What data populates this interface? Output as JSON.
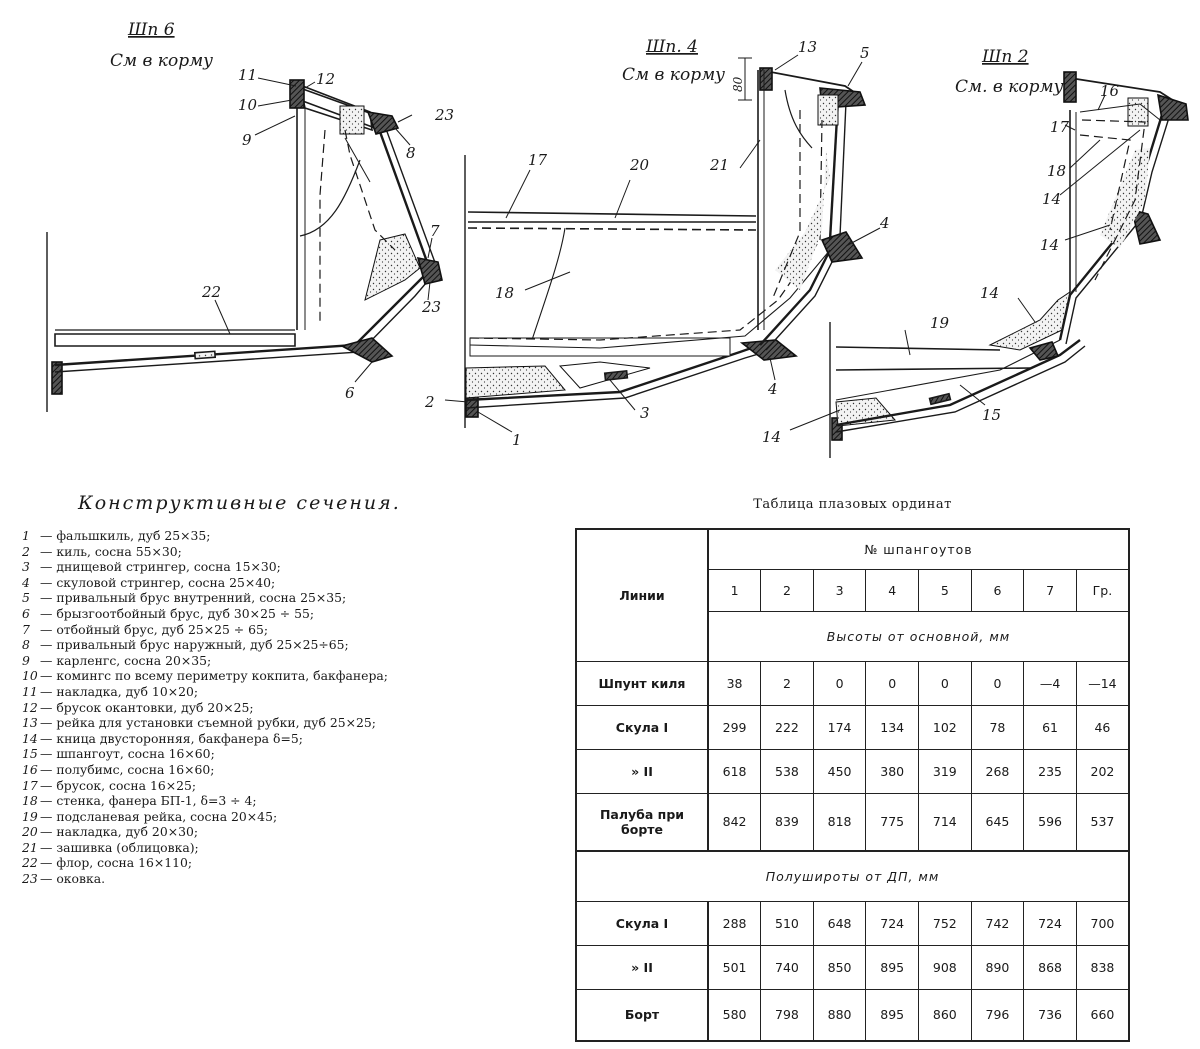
{
  "drawing": {
    "sections": [
      {
        "title": "Шп 6",
        "subtitle": "См в корму"
      },
      {
        "title": "Шп. 4",
        "subtitle": "См в корму"
      },
      {
        "title": "Шп 2",
        "subtitle": "См. в корму"
      }
    ],
    "dimension_80": "80",
    "callouts": {
      "c1": "1",
      "c2": "2",
      "c3": "3",
      "c4a": "4",
      "c4b": "4",
      "c5": "5",
      "c6": "6",
      "c7": "7",
      "c8": "8",
      "c9": "9",
      "c10": "10",
      "c11": "11",
      "c12": "12",
      "c13": "13",
      "c14a": "14",
      "c14b": "14",
      "c14c": "14",
      "c14d": "14",
      "c15": "15",
      "c16": "16",
      "c17a": "17",
      "c17b": "17",
      "c18a": "18",
      "c18b": "18",
      "c19": "19",
      "c20": "20",
      "c21": "21",
      "c22": "22",
      "c23a": "23",
      "c23b": "23"
    }
  },
  "caption": "Конструктивные сечения.",
  "legend": [
    {
      "num": "1",
      "text": "— фальшкиль, дуб 25×35;"
    },
    {
      "num": "2",
      "text": "— киль, сосна 55×30;"
    },
    {
      "num": "3",
      "text": "— днищевой стрингер, сосна 15×30;"
    },
    {
      "num": "4",
      "text": "— скуловой стрингер, сосна 25×40;"
    },
    {
      "num": "5",
      "text": "— привальный брус внутренний, сосна 25×35;"
    },
    {
      "num": "6",
      "text": "— брызгоотбойный брус, дуб 30×25 ÷ 55;"
    },
    {
      "num": "7",
      "text": "— отбойный брус, дуб 25×25 ÷ 65;"
    },
    {
      "num": "8",
      "text": "— привальный брус наружный, дуб 25×25÷65;"
    },
    {
      "num": "9",
      "text": "— карленгс, сосна 20×35;"
    },
    {
      "num": "10",
      "text": "— комингс по всему периметру кокпита, бакфанера;"
    },
    {
      "num": "11",
      "text": "— накладка, дуб 10×20;"
    },
    {
      "num": "12",
      "text": "— брусок окантовки, дуб 20×25;"
    },
    {
      "num": "13",
      "text": "— рейка для установки съемной рубки, дуб 25×25;"
    },
    {
      "num": "14",
      "text": "— кница двусторонняя, бакфанера δ=5;"
    },
    {
      "num": "15",
      "text": "— шпангоут, сосна 16×60;"
    },
    {
      "num": "16",
      "text": "— полубимс, сосна 16×60;"
    },
    {
      "num": "17",
      "text": "— брусок, сосна 16×25;"
    },
    {
      "num": "18",
      "text": "— стенка, фанера БП-1, δ=3 ÷ 4;"
    },
    {
      "num": "19",
      "text": "— подслане­вая рейка, сосна 20×45;"
    },
    {
      "num": "20",
      "text": "— накладка, дуб 20×30;"
    },
    {
      "num": "21",
      "text": "— зашивка (облицовка);"
    },
    {
      "num": "22",
      "text": "— флор, сосна 16×110;"
    },
    {
      "num": "23",
      "text": "— оковка."
    }
  ],
  "table": {
    "title": "Таблица плазовых ординат",
    "lines_header": "Линии",
    "frames_header": "№ шпангоутов",
    "frames": [
      "1",
      "2",
      "3",
      "4",
      "5",
      "6",
      "7",
      "Гр."
    ],
    "heights_header": "Высоты от основной, мм",
    "heights_rows": [
      {
        "label": "Шпунт киля",
        "values": [
          "38",
          "2",
          "0",
          "0",
          "0",
          "0",
          "—4",
          "—14"
        ]
      },
      {
        "label": "Скула I",
        "values": [
          "299",
          "222",
          "174",
          "134",
          "102",
          "78",
          "61",
          "46"
        ]
      },
      {
        "label": "» II",
        "values": [
          "618",
          "538",
          "450",
          "380",
          "319",
          "268",
          "235",
          "202"
        ]
      },
      {
        "label": "Палуба при борте",
        "values": [
          "842",
          "839",
          "818",
          "775",
          "714",
          "645",
          "596",
          "537"
        ]
      }
    ],
    "halfbreadths_header": "Полуширoты от ДП, мм",
    "halfbreadth_rows": [
      {
        "label": "Скула I",
        "values": [
          "288",
          "510",
          "648",
          "724",
          "752",
          "742",
          "724",
          "700"
        ]
      },
      {
        "label": "» II",
        "values": [
          "501",
          "740",
          "850",
          "895",
          "908",
          "890",
          "868",
          "838"
        ]
      },
      {
        "label": "Борт",
        "values": [
          "580",
          "798",
          "880",
          "895",
          "860",
          "796",
          "736",
          "660"
        ]
      }
    ]
  }
}
